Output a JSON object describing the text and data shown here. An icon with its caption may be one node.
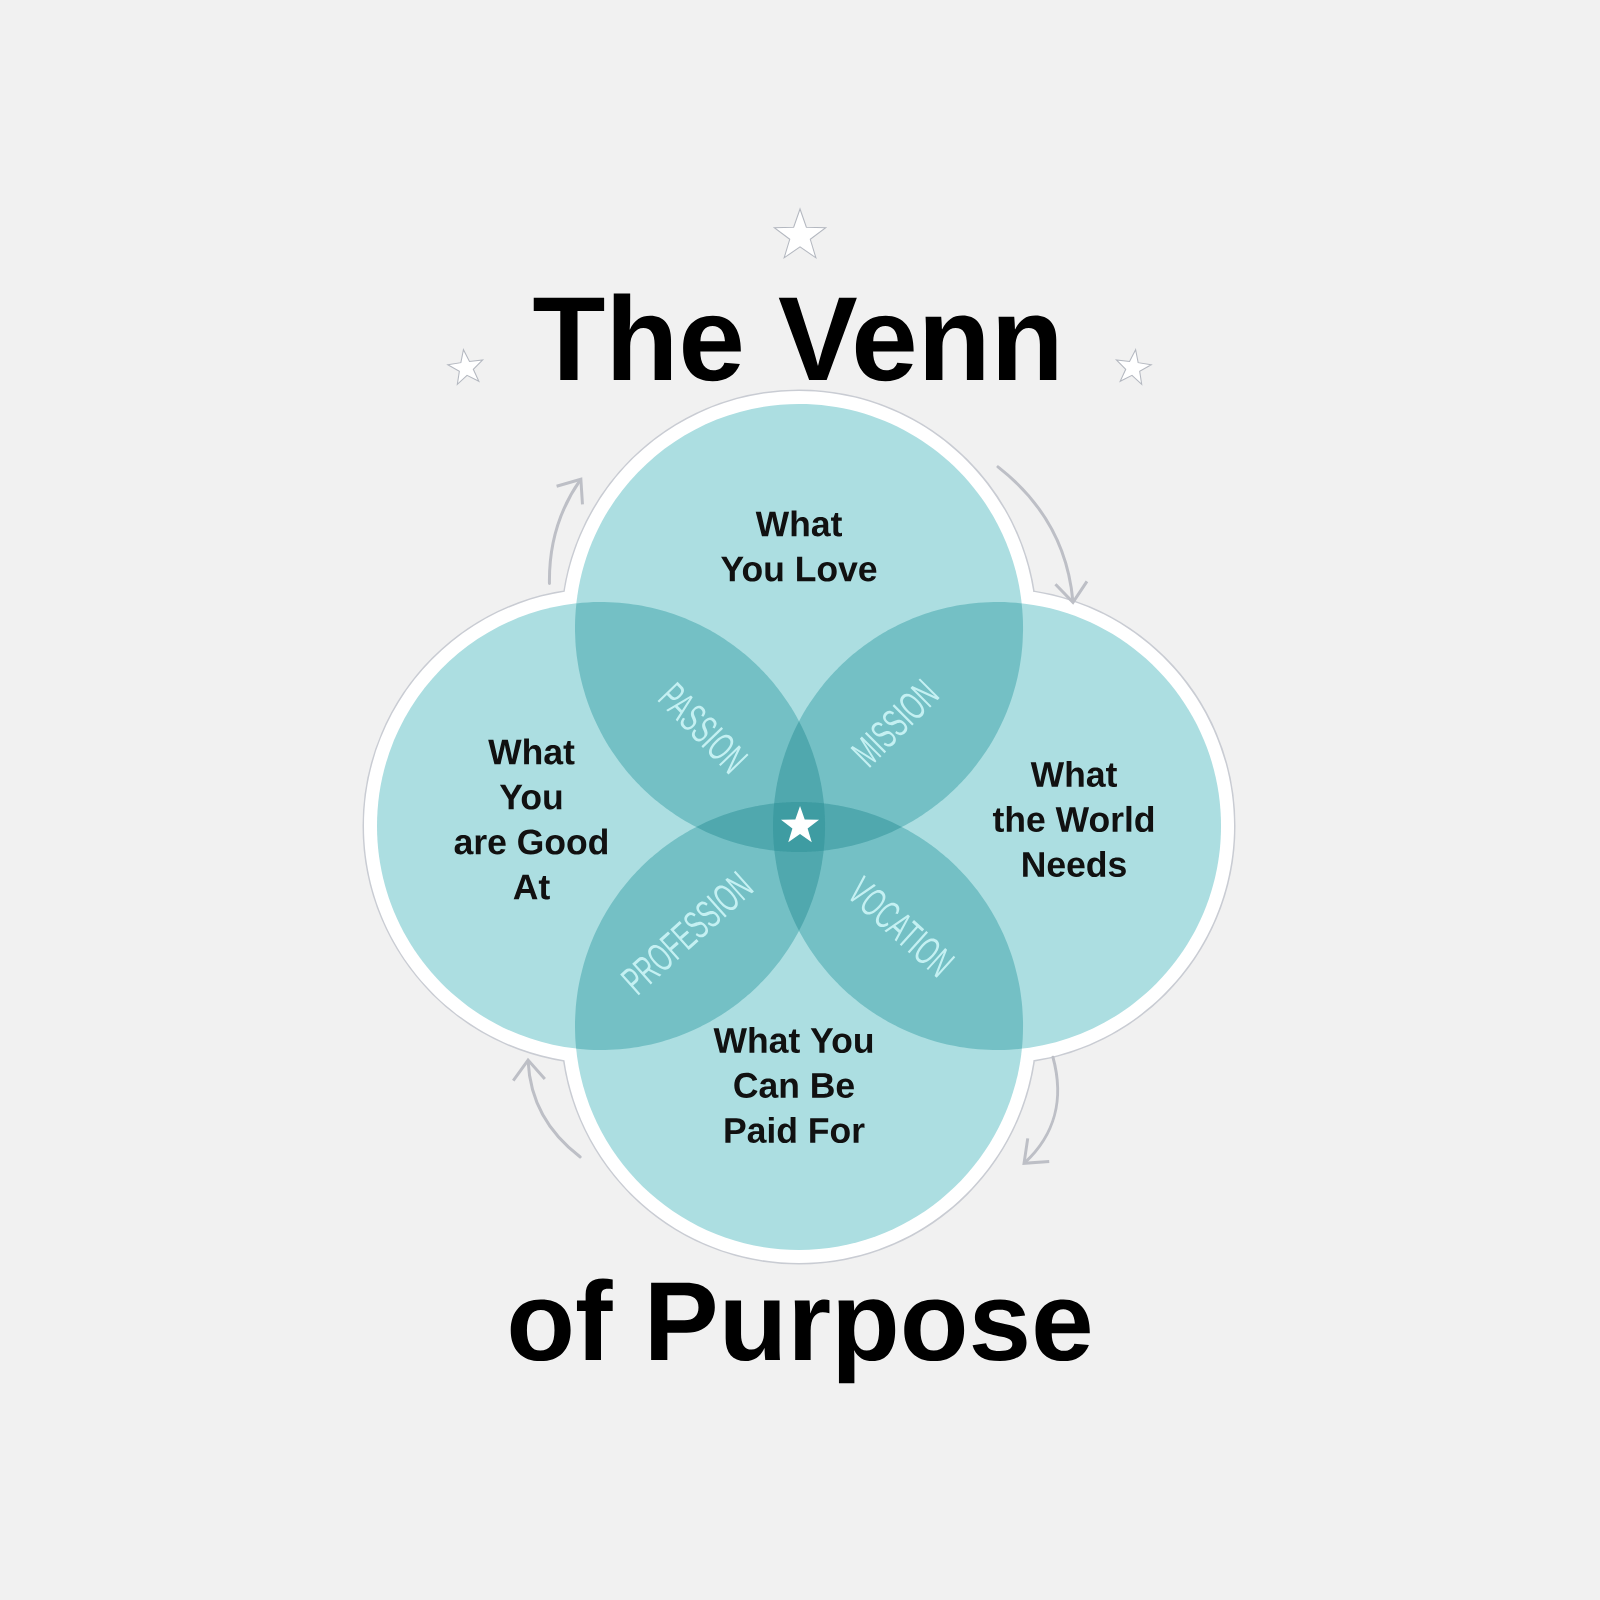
{
  "diagram": {
    "title": "The Venn",
    "nodes": [
      {
        "text": [
          "What You Love"
        ]
      },
      {
        "text": [
          "What You are Good At"
        ]
      },
      {
        "text": [
          "What the World Needs"
        ]
      },
      {
        "text": [
          "What You Can Be Paid For"
        ]
      }
    ],
    "edges": [
      {
        "from": 1,
        "to": 0,
        "arrow": "to"
      },
      {
        "from": 0,
        "to": 2,
        "arrow": "to"
      },
      {
        "from": 2,
        "to": 3,
        "arrow": "to"
      },
      {
        "from": 3,
        "to": 1,
        "arrow": "to"
      }
    ],
    "labels": [
      "PASSION",
      "MISSION",
      "PROFESSION",
      "VOCATION",
      "of Purpose"
    ]
  }
}
